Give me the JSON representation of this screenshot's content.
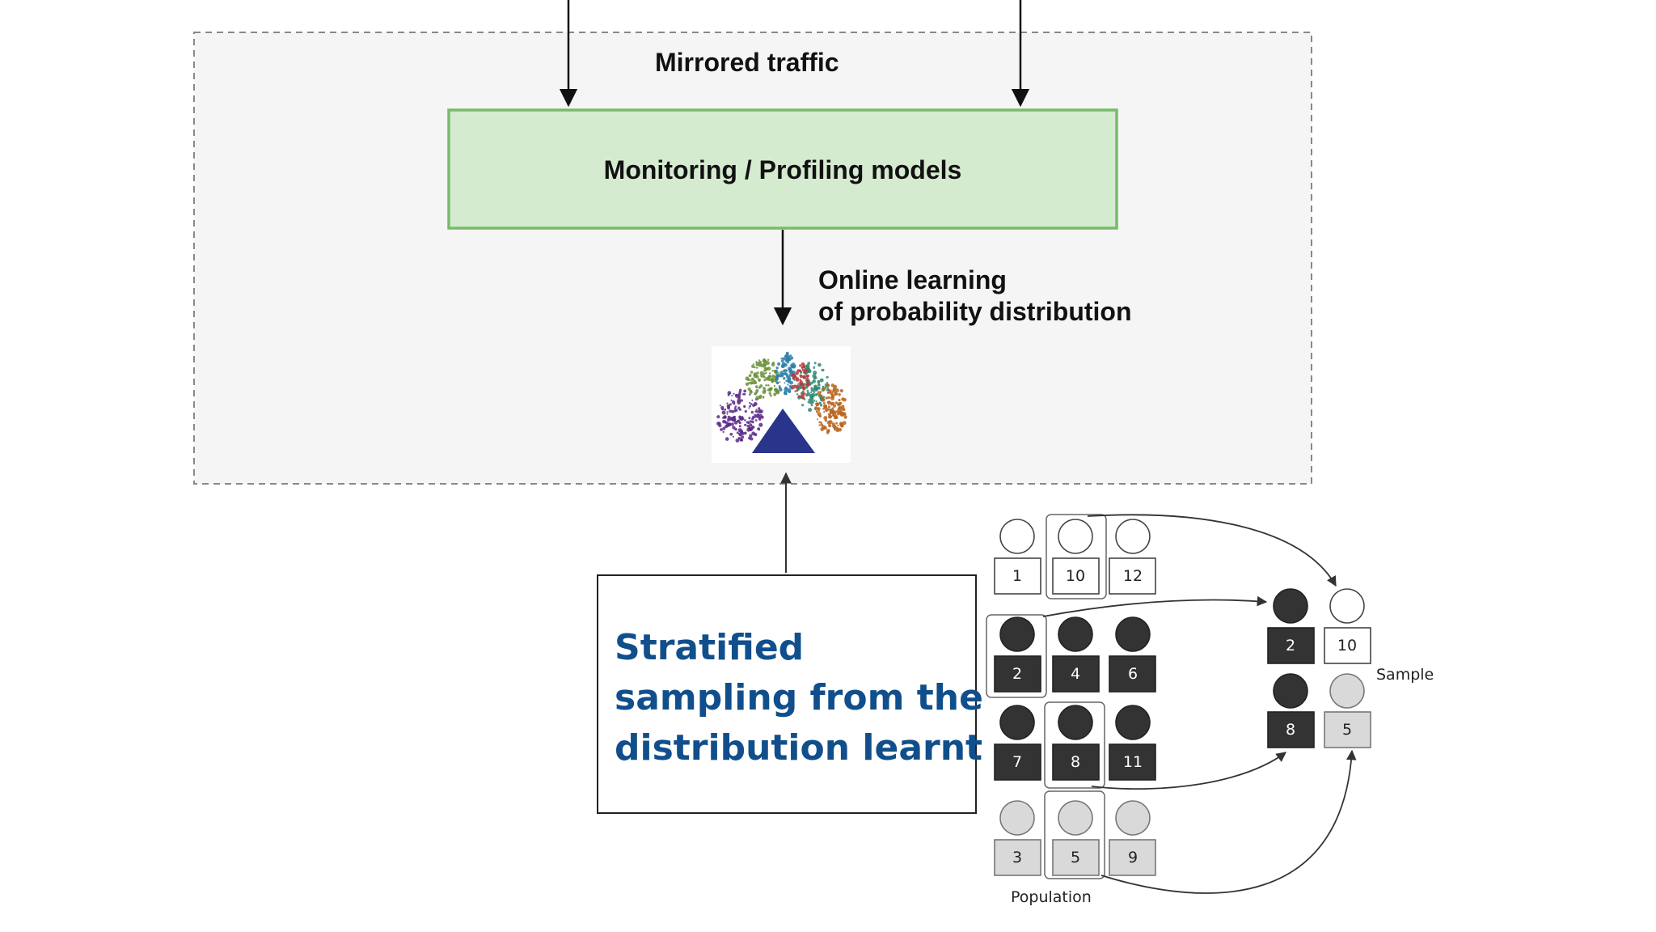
{
  "labels": {
    "mirrored_traffic": "Mirrored traffic",
    "model_box": "Monitoring / Profiling models",
    "online_learning_line1": "Online learning",
    "online_learning_line2": "of probability distribution"
  },
  "stratified_text": {
    "line1": "Stratified",
    "line2": "sampling from the",
    "line3": "distribution learnt"
  },
  "sampling": {
    "population_label": "Population",
    "sample_label": "Sample",
    "white_ids": [
      "1",
      "10",
      "12"
    ],
    "dark_row1_ids": [
      "2",
      "4",
      "6"
    ],
    "dark_row2_ids": [
      "7",
      "8",
      "11"
    ],
    "gray_ids": [
      "3",
      "5",
      "9"
    ],
    "sample_top_ids": [
      "2",
      "10"
    ],
    "sample_bottom_ids": [
      "8",
      "5"
    ]
  },
  "colors": {
    "model_box_fill": "#d5ebd0",
    "model_box_border": "#78bb6a",
    "dashed_region_fill": "#f5f5f5",
    "accent_text": "#114f8c",
    "dark_item": "#333333",
    "gray_item": "#d9d9d9"
  },
  "icons": {
    "distribution": "distribution-scatter-icon"
  }
}
